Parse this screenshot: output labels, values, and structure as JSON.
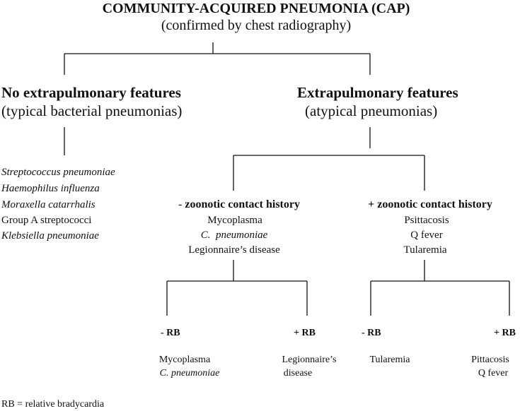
{
  "title": "COMMUNITY-ACQUIRED PNEUMONIA (CAP)",
  "subtitle": "(confirmed by chest radiography)",
  "left": {
    "heading": "No extrapulmonary features",
    "subheading": "(typical bacterial pneumonias)",
    "organisms": [
      "Streptococcus pneumoniae",
      "Haemophilus influenza",
      "Moraxella catarrhalis",
      "Group A streptococci",
      "Klebsiella pneumoniae"
    ]
  },
  "right": {
    "heading": "Extrapulmonary features",
    "subheading": "(atypical pneumonias)"
  },
  "neg_zoonotic": {
    "prefix": "- ",
    "label": "zoonotic contact history",
    "items": [
      "Mycoplasma",
      "C.  pneumoniae",
      "Legionnaire’s disease"
    ]
  },
  "pos_zoonotic": {
    "label": "+ zoonotic contact history",
    "items": [
      "Psittacosis",
      "Q fever",
      "Tularemia"
    ]
  },
  "leaves": {
    "neg_neg_rb": {
      "label": "- RB",
      "items": [
        "Mycoplasma",
        "C. pneumoniae"
      ]
    },
    "neg_pos_rb": {
      "label": "+ RB",
      "items": [
        "Legionnaire’s",
        "disease"
      ]
    },
    "pos_neg_rb": {
      "label": "- RB",
      "items": [
        "Tularemia"
      ]
    },
    "pos_pos_rb": {
      "label": "+ RB",
      "items": [
        "Pittacosis",
        "Q fever"
      ]
    }
  },
  "footnote": "RB = relative bradycardia"
}
